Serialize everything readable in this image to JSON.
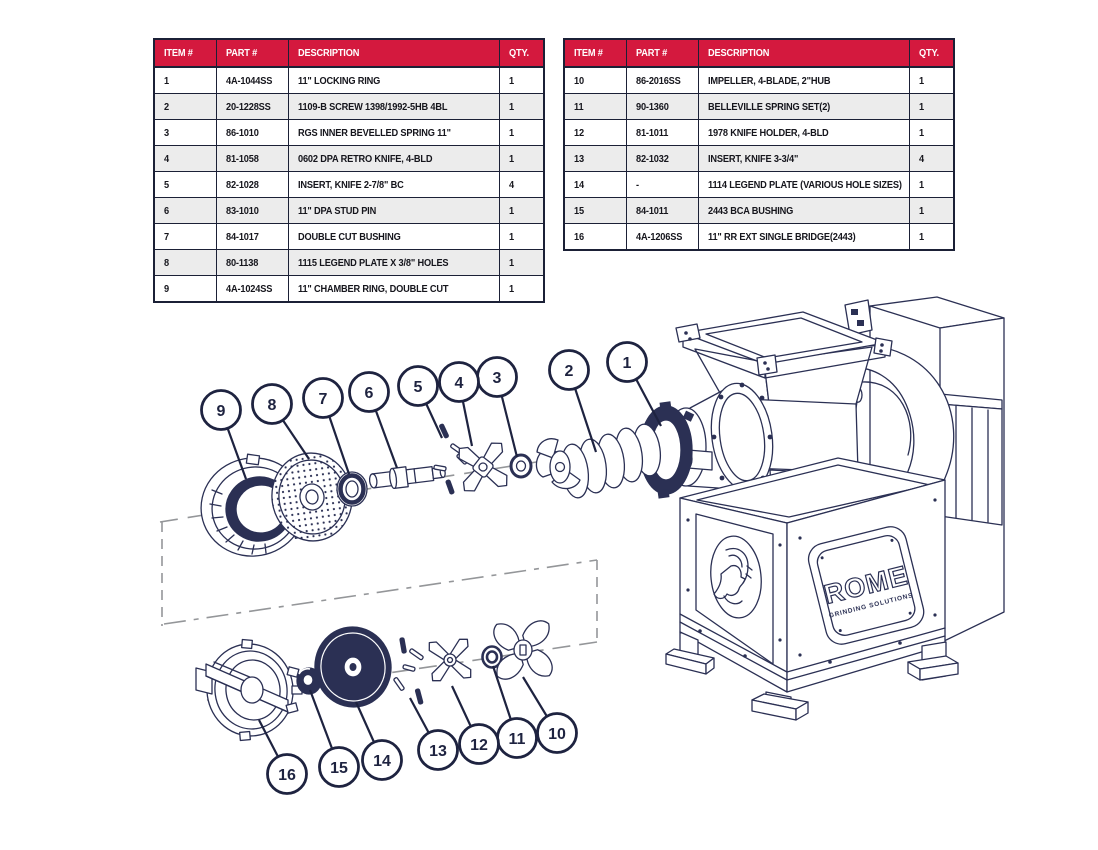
{
  "tables": [
    {
      "name": "parts-list-items-1-9",
      "headers": [
        "ITEM #",
        "PART #",
        "DESCRIPTION",
        "QTY."
      ],
      "rows": [
        [
          "1",
          "4A-1044SS",
          "11\" LOCKING RING",
          "1"
        ],
        [
          "2",
          "20-1228SS",
          "1109-B SCREW 1398/1992-5HB 4BL",
          "1"
        ],
        [
          "3",
          "86-1010",
          "RGS INNER BEVELLED SPRING 11\"",
          "1"
        ],
        [
          "4",
          "81-1058",
          "0602 DPA RETRO KNIFE, 4-BLD",
          "1"
        ],
        [
          "5",
          "82-1028",
          "INSERT, KNIFE 2-7/8\" BC",
          "4"
        ],
        [
          "6",
          "83-1010",
          "11\" DPA STUD PIN",
          "1"
        ],
        [
          "7",
          "84-1017",
          "DOUBLE CUT BUSHING",
          "1"
        ],
        [
          "8",
          "80-1138",
          "1115 LEGEND PLATE X 3/8\" HOLES",
          "1"
        ],
        [
          "9",
          "4A-1024SS",
          "11\" CHAMBER RING, DOUBLE CUT",
          "1"
        ]
      ]
    },
    {
      "name": "parts-list-items-10-16",
      "headers": [
        "ITEM #",
        "PART #",
        "DESCRIPTION",
        "QTY."
      ],
      "rows": [
        [
          "10",
          "86-2016SS",
          "IMPELLER, 4-BLADE, 2\"HUB",
          "1"
        ],
        [
          "11",
          "90-1360",
          "BELLEVILLE SPRING SET(2)",
          "1"
        ],
        [
          "12",
          "81-1011",
          "1978 KNIFE HOLDER, 4-BLD",
          "1"
        ],
        [
          "13",
          "82-1032",
          "INSERT, KNIFE 3-3/4\"",
          "4"
        ],
        [
          "14",
          "-",
          "1114 LEGEND PLATE (VARIOUS HOLE SIZES)",
          "1"
        ],
        [
          "15",
          "84-1011",
          "2443 BCA BUSHING",
          "1"
        ],
        [
          "16",
          "4A-1206SS",
          "11\" RR EXT SINGLE BRIDGE(2443)",
          "1"
        ]
      ]
    }
  ],
  "diagram": {
    "balloons": [
      "1",
      "2",
      "3",
      "4",
      "5",
      "6",
      "7",
      "8",
      "9",
      "10",
      "11",
      "12",
      "13",
      "14",
      "15",
      "16"
    ],
    "logo": {
      "brand": "ROME",
      "tagline": "GRINDING SOLUTIONS"
    }
  },
  "colors": {
    "header_red": "#d4193e",
    "line_navy": "#2b3054",
    "alt_row_gray": "#ececec",
    "dash_gray": "#949699"
  }
}
